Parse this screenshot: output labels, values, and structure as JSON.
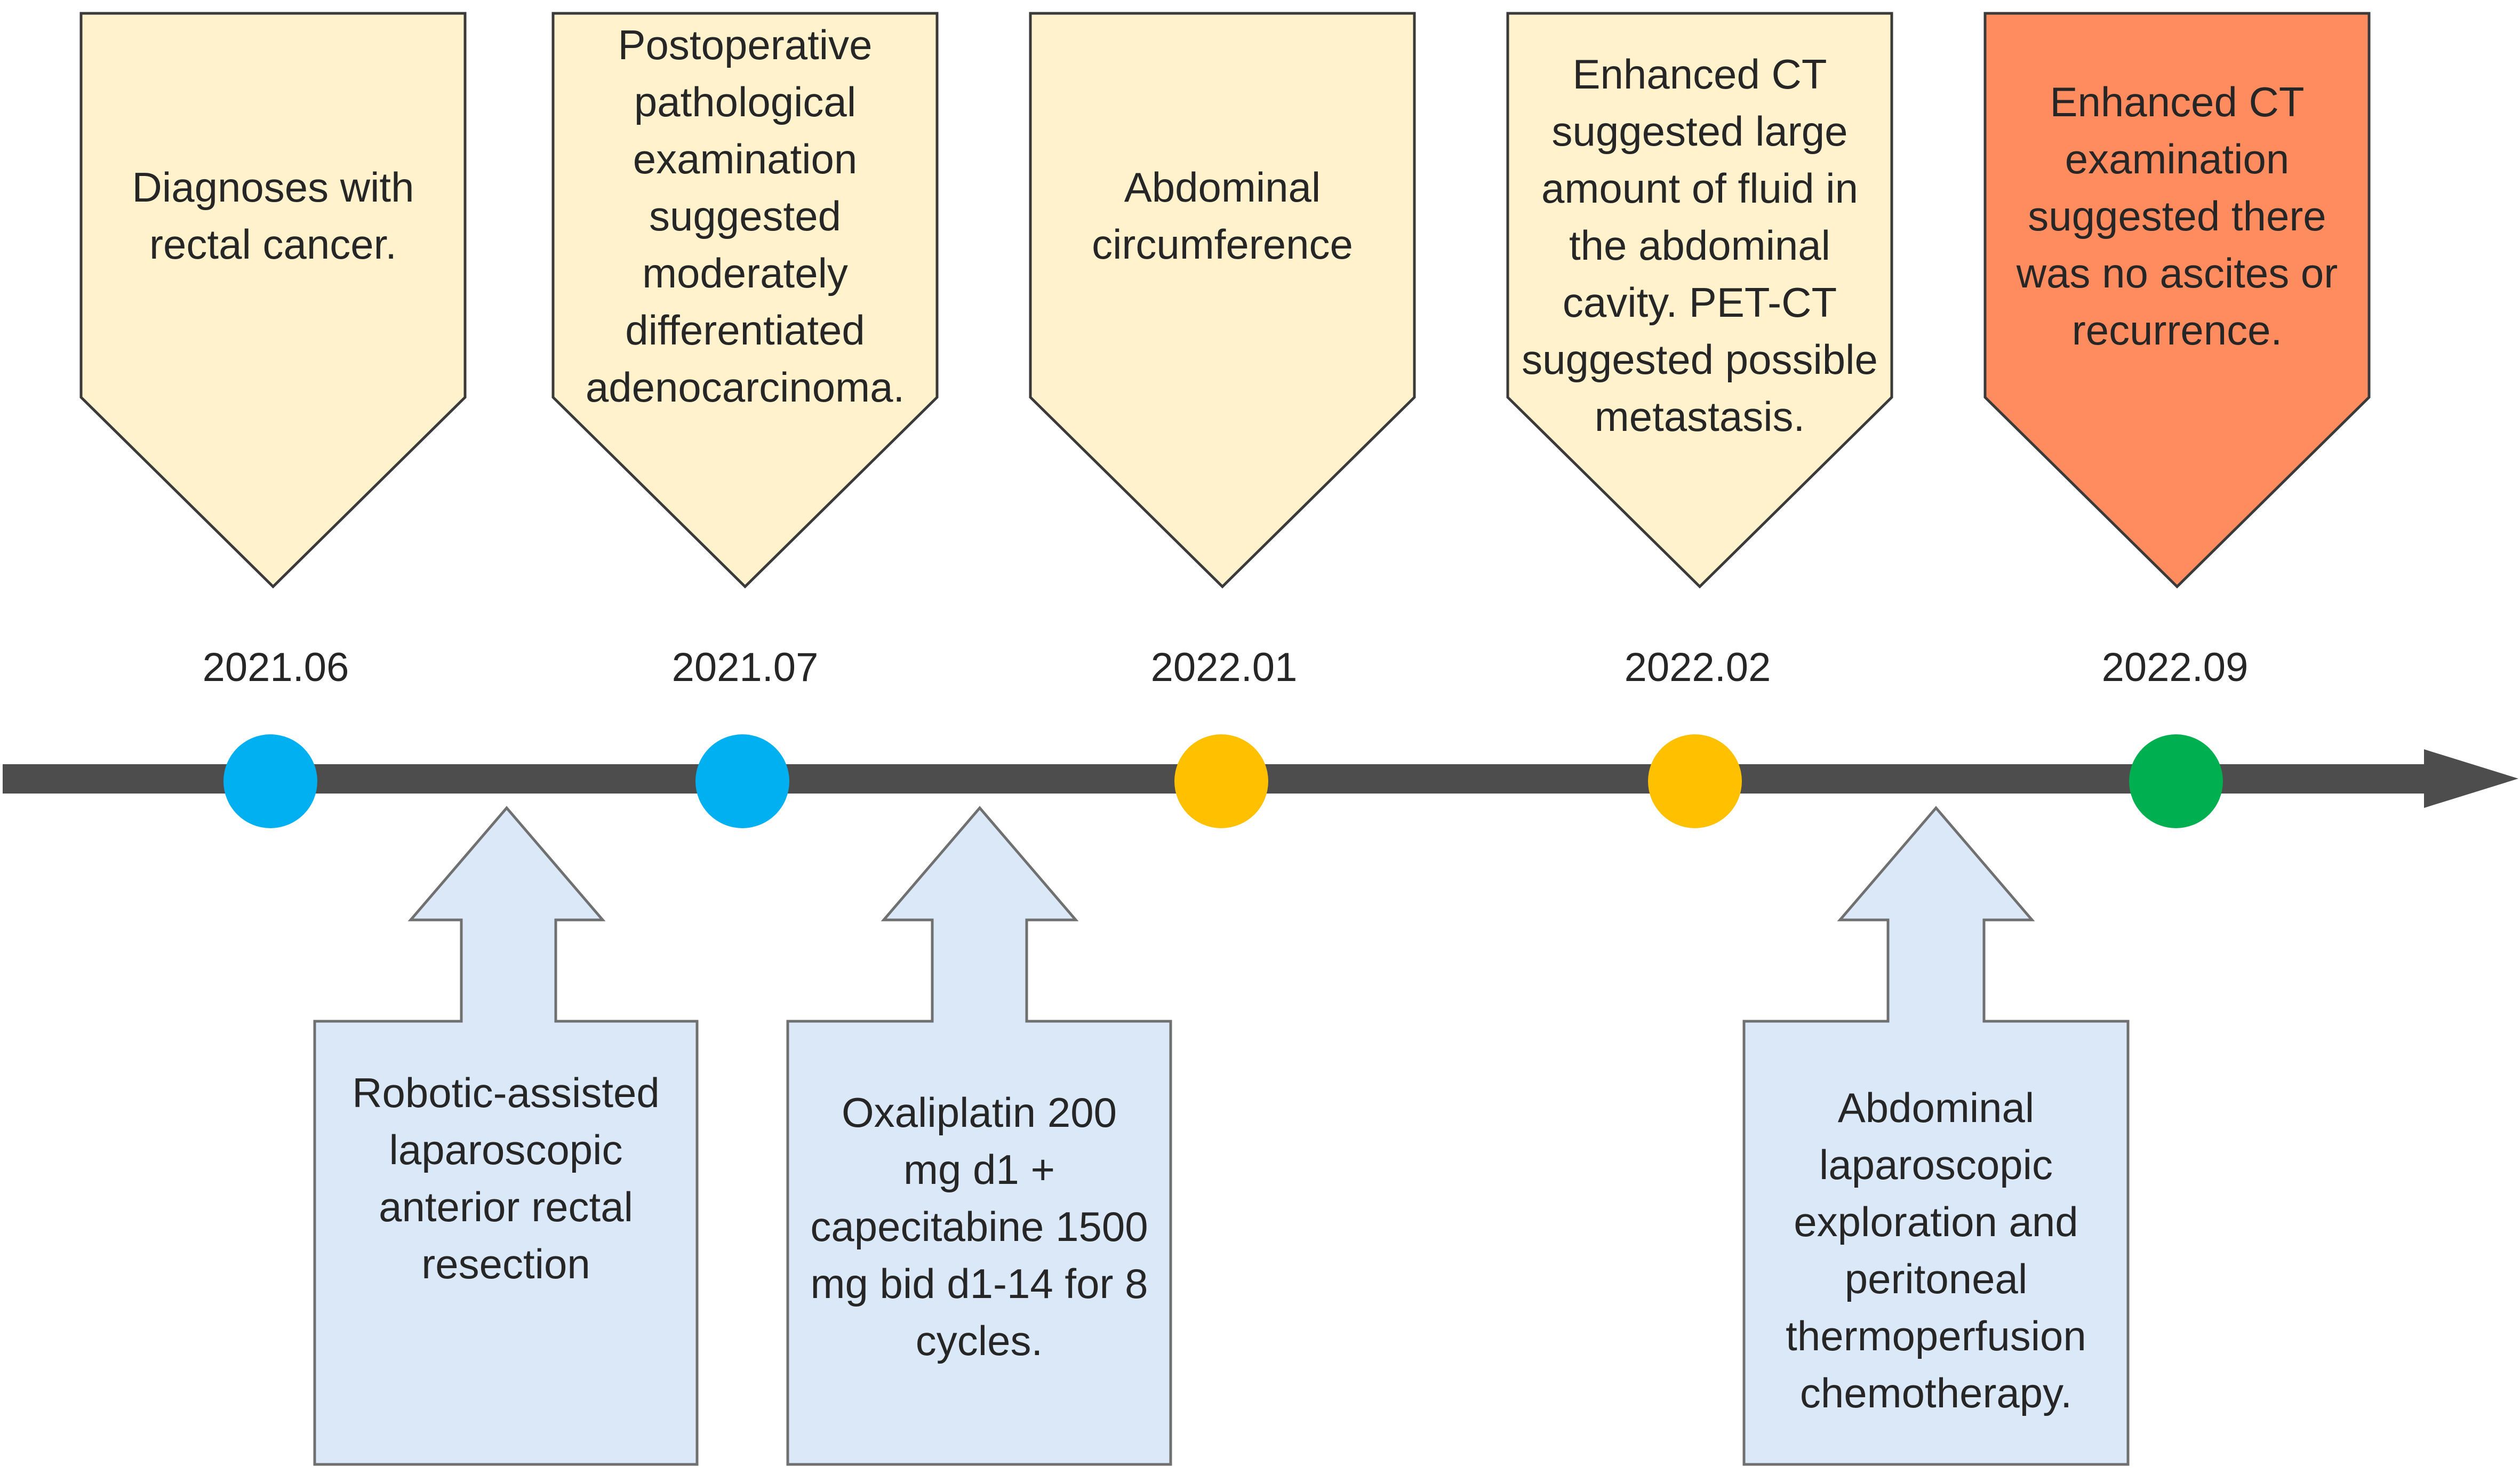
{
  "timeline": {
    "dates": [
      "2021.06",
      "2021.07",
      "2022.01",
      "2022.02",
      "2022.09"
    ],
    "dot_colors": [
      "#00b0f0",
      "#00b0f0",
      "#ffc000",
      "#ffc000",
      "#00b050"
    ],
    "axis_color": "#4d4d4d"
  },
  "events_above": [
    {
      "text": "Diagnoses with\nrectal cancer.",
      "fill": "#fff2cc"
    },
    {
      "text": "Postoperative\npathological\nexamination\nsuggested\nmoderately\ndifferentiated\nadenocarcinoma.",
      "fill": "#fff2cc"
    },
    {
      "text": "Abdominal\ncircumference",
      "fill": "#fff2cc"
    },
    {
      "text": "Enhanced CT\nsuggested large\namount of fluid in\nthe abdominal\ncavity. PET-CT\nsuggested possible\nmetastasis.",
      "fill": "#fff2cc"
    },
    {
      "text": "Enhanced CT\nexamination\nsuggested there\nwas no ascites or\nrecurrence.",
      "fill": "#ff8c5f"
    }
  ],
  "events_below": [
    {
      "text": "Robotic-assisted\nlaparoscopic\nanterior rectal\nresection"
    },
    {
      "text": "Oxaliplatin 200\nmg d1 +\ncapecitabine 1500\nmg bid d1-14 for 8\ncycles."
    },
    {
      "text": "Abdominal\nlaparoscopic\nexploration and\nperitoneal\nthermoperfusion\nchemotherapy."
    }
  ],
  "below_fill": "#dae8f7"
}
